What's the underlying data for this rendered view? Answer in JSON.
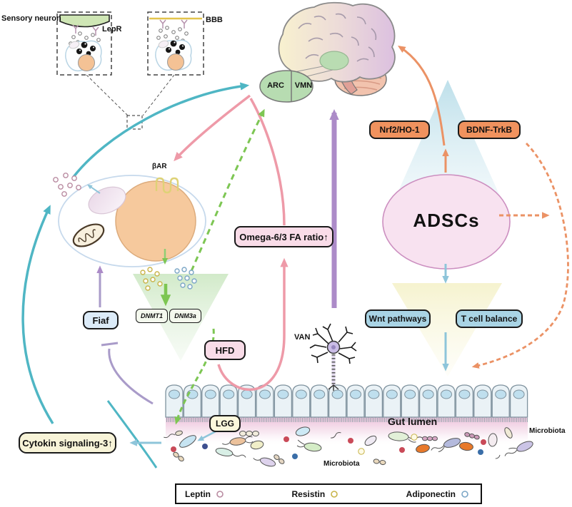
{
  "insets": {
    "sensory_neuron": "Sensory neuron",
    "lepr": "LepR",
    "bbb": "BBB"
  },
  "brain": {
    "arc": "ARC",
    "vmn": "VMN"
  },
  "right_axis": {
    "nrf2": "Nrf2/HO-1",
    "bdnf": "BDNF-TrkB",
    "adscs": "ADSCs",
    "wnt": "Wnt pathways",
    "tcell": "T cell balance"
  },
  "signals": {
    "omega": "Omega-6/3 FA ratio↑",
    "hfd": "HFD",
    "fiaf": "Fiaf",
    "dnmt1": "DNMT1",
    "dnm3a": "DNM3a",
    "bar": "βAR",
    "van": "VAN",
    "cytokin": "Cytokin signaling-3↑"
  },
  "gut": {
    "lgg": "LGG",
    "lumen": "Gut lumen",
    "microbiota_right": "Microbiota",
    "microbiota_bottom": "Microbiota"
  },
  "legend": {
    "items": [
      {
        "label": "Leptin",
        "color": "#b98ba1"
      },
      {
        "label": "Resistin",
        "color": "#c8b44a"
      },
      {
        "label": "Adiponectin",
        "color": "#7ba6c6"
      }
    ]
  },
  "colors": {
    "teal_arrow": "#4fb6c4",
    "lightblue_arrow": "#8ec5da",
    "pink_arrow": "#ee9aa8",
    "green_arrow": "#7dc653",
    "purple_arrow": "#ac8bc8",
    "orange_arrow": "#eb9265",
    "orange_box": "#f0925e",
    "blue_box": "#a9d4e5",
    "pink_box": "#f9dce8",
    "yellow_box": "#f8f4d8",
    "adscs_fill": "#f8e2f0",
    "arc_fill": "#b7dcb1"
  }
}
